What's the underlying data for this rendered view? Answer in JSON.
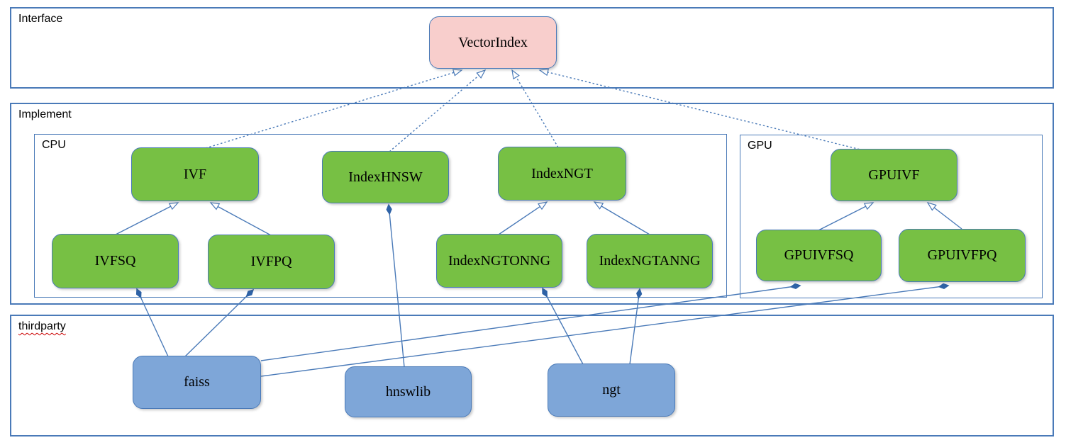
{
  "diagram": {
    "containers": {
      "interface": {
        "label": "Interface"
      },
      "implement": {
        "label": "Implement"
      },
      "cpu": {
        "label": "CPU"
      },
      "gpu": {
        "label": "GPU"
      },
      "thirdparty": {
        "label": "thirdparty",
        "spellcheck_underline": true
      }
    },
    "nodes": {
      "vectorindex": {
        "label": "VectorIndex",
        "kind": "interface",
        "color": "#f8cecc"
      },
      "ivf": {
        "label": "IVF",
        "kind": "cpu-class",
        "color": "#77c044"
      },
      "indexhnsw": {
        "label": "IndexHNSW",
        "kind": "cpu-class",
        "color": "#77c044"
      },
      "indexngt": {
        "label": "IndexNGT",
        "kind": "cpu-class",
        "color": "#77c044"
      },
      "ivfsq": {
        "label": "IVFSQ",
        "kind": "cpu-class",
        "color": "#77c044"
      },
      "ivfpq": {
        "label": "IVFPQ",
        "kind": "cpu-class",
        "color": "#77c044"
      },
      "indexngtonng": {
        "label": "IndexNGTONNG",
        "kind": "cpu-class",
        "color": "#77c044"
      },
      "indexngtanng": {
        "label": "IndexNGTANNG",
        "kind": "cpu-class",
        "color": "#77c044"
      },
      "gpuivf": {
        "label": "GPUIVF",
        "kind": "gpu-class",
        "color": "#77c044"
      },
      "gpuivfsq": {
        "label": "GPUIVFSQ",
        "kind": "gpu-class",
        "color": "#77c044"
      },
      "gpuivfpq": {
        "label": "GPUIVFPQ",
        "kind": "gpu-class",
        "color": "#77c044"
      },
      "faiss": {
        "label": "faiss",
        "kind": "thirdparty-lib",
        "color": "#7ea6d8"
      },
      "hnswlib": {
        "label": "hnswlib",
        "kind": "thirdparty-lib",
        "color": "#7ea6d8"
      },
      "ngt": {
        "label": "ngt",
        "kind": "thirdparty-lib",
        "color": "#7ea6d8"
      }
    },
    "edges": {
      "realization_dashed_hollow_arrow": [
        {
          "from": "IVF",
          "to": "VectorIndex"
        },
        {
          "from": "IndexHNSW",
          "to": "VectorIndex"
        },
        {
          "from": "IndexNGT",
          "to": "VectorIndex"
        },
        {
          "from": "GPUIVF",
          "to": "VectorIndex"
        }
      ],
      "generalization_solid_hollow_arrow": [
        {
          "from": "IVFSQ",
          "to": "IVF"
        },
        {
          "from": "IVFPQ",
          "to": "IVF"
        },
        {
          "from": "IndexNGTONNG",
          "to": "IndexNGT"
        },
        {
          "from": "IndexNGTANNG",
          "to": "IndexNGT"
        },
        {
          "from": "GPUIVFSQ",
          "to": "GPUIVF"
        },
        {
          "from": "GPUIVFPQ",
          "to": "GPUIVF"
        }
      ],
      "composition_filled_diamond": [
        {
          "whole": "IVFSQ",
          "part": "faiss"
        },
        {
          "whole": "IVFPQ",
          "part": "faiss"
        },
        {
          "whole": "IndexHNSW",
          "part": "hnswlib"
        },
        {
          "whole": "IndexNGTONNG",
          "part": "ngt"
        },
        {
          "whole": "IndexNGTANNG",
          "part": "ngt"
        },
        {
          "whole": "GPUIVFSQ",
          "part": "faiss"
        },
        {
          "whole": "GPUIVFPQ",
          "part": "faiss"
        }
      ]
    },
    "colors": {
      "line_stroke": "#4a7ab8",
      "diamond_fill": "#2e62a6",
      "green_fill": "#77c044",
      "blue_fill": "#7ea6d8",
      "pink_fill": "#f8cecc",
      "container_border": "#4a7ab8",
      "spellcheck_red": "#cc0000",
      "background": "#ffffff"
    }
  }
}
